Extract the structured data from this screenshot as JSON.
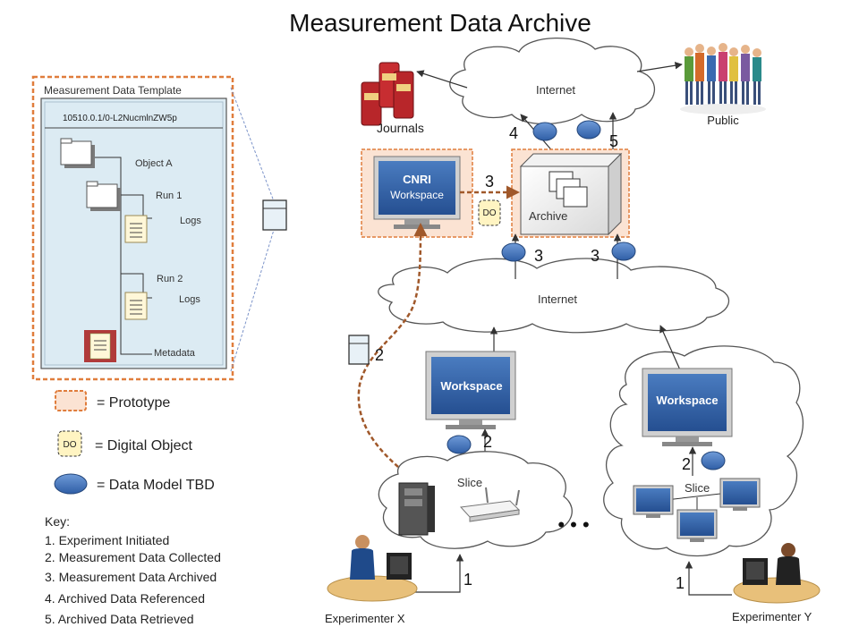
{
  "title": "Measurement Data Archive",
  "template": {
    "heading": "Measurement Data Template",
    "handle": "10510.0.1/0-L2NucmlnZW5p",
    "object_a": "Object A",
    "run1": "Run  1",
    "run2": "Run  2",
    "logs1": "Logs",
    "logs2": "Logs",
    "metadata": "Metadata"
  },
  "legend": {
    "prototype": "= Prototype",
    "do_badge": "DO",
    "digital_object": "= Digital Object",
    "data_model": "= Data Model TBD"
  },
  "key": {
    "heading": "Key:",
    "items": [
      "1.  Experiment Initiated",
      "2. Measurement Data Collected",
      "3. Measurement Data Archived",
      "4. Archived Data Referenced",
      "5. Archived Data Retrieved"
    ]
  },
  "nodes": {
    "journals": "Journals",
    "public": "Public",
    "internet_top": "Internet",
    "internet_mid": "Internet",
    "cnri_line1": "CNRI",
    "cnri_line2": "Workspace",
    "archive": "Archive",
    "do_badge": "DO",
    "workspace_x": "Workspace",
    "workspace_y": "Workspace",
    "slice_x": "Slice",
    "slice_y": "Slice",
    "experimenter_x": "Experimenter X",
    "experimenter_y": "Experimenter Y",
    "ellipsis": "• • •"
  },
  "step_labels": {
    "s4": "4",
    "s5": "5",
    "s3_archive": "3",
    "s3_left": "3",
    "s3_right": "3",
    "s2_path": "2",
    "s2_x": "2",
    "s2_y": "2",
    "s1_x": "1",
    "s1_y": "1"
  },
  "colors": {
    "accent_blue": "#4a7cc0",
    "prototype_border": "#e07d3c",
    "prototype_fill": "#fbe3d3",
    "dashed_arrow": "#a0582a",
    "template_fill": "#dcebf3",
    "screen_blue": "#2d5fa8"
  }
}
